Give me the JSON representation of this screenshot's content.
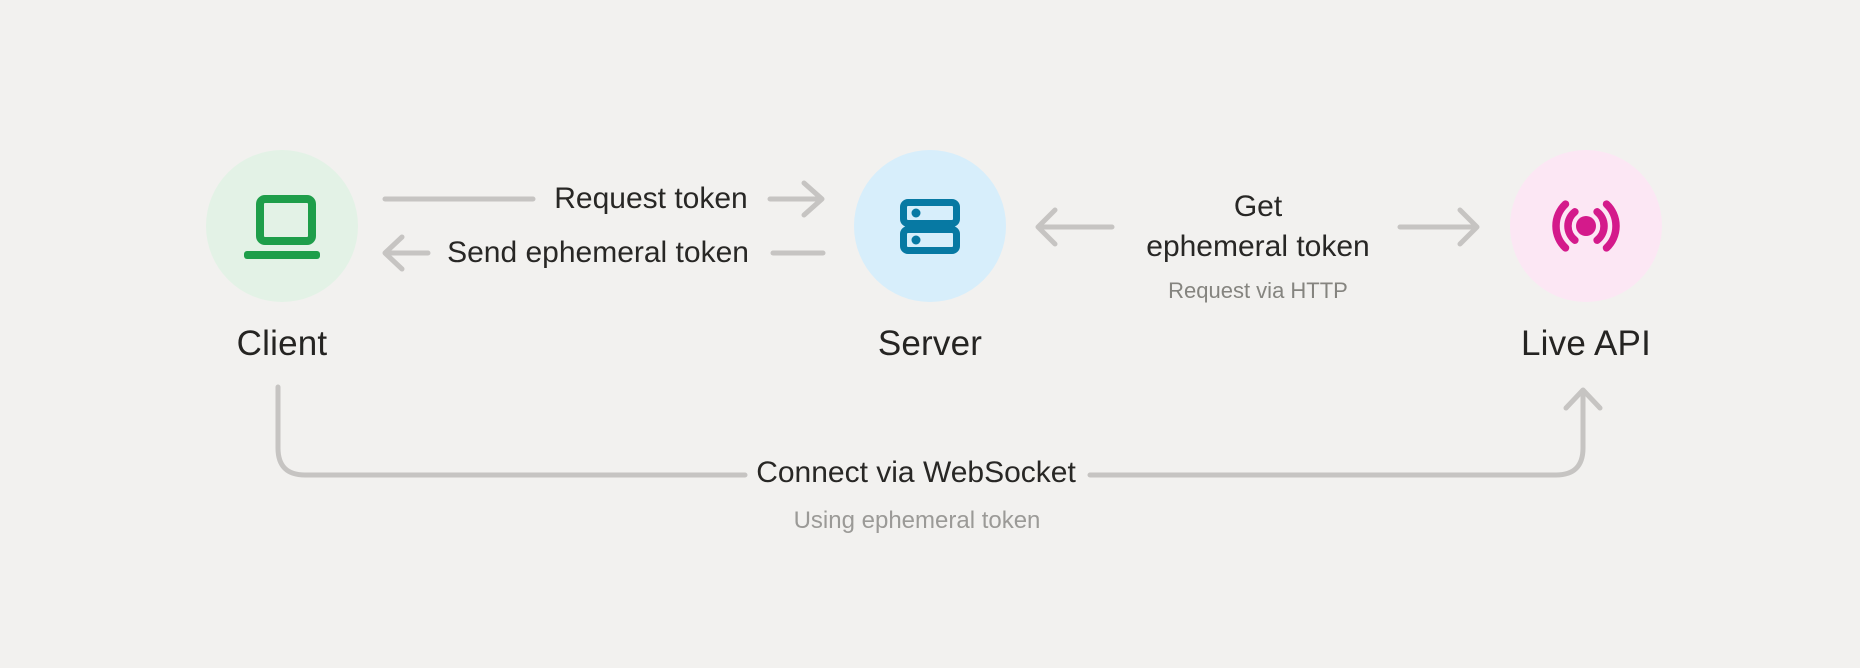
{
  "canvas": {
    "background": "#f2f1ef",
    "arrow_color": "#c6c4c2",
    "text_color": "#282725",
    "muted_text_color": "#8c8b88"
  },
  "nodes": {
    "client": {
      "label": "Client",
      "icon": "laptop-icon",
      "accent": "#1e9e4a",
      "circle_bg": "#e3f2e6"
    },
    "server": {
      "label": "Server",
      "icon": "server-icon",
      "accent": "#0779a3",
      "circle_bg": "#d7eefb"
    },
    "live_api": {
      "label": "Live API",
      "icon": "broadcast-icon",
      "accent": "#d41a8b",
      "circle_bg": "#fce7f4"
    }
  },
  "edges": {
    "request_token": {
      "from": "client",
      "to": "server",
      "direction": "right",
      "label": "Request token"
    },
    "send_ephemeral_token": {
      "from": "server",
      "to": "client",
      "direction": "left",
      "label": "Send ephemeral token"
    },
    "get_ephemeral_token": {
      "from": "server",
      "to": "live_api",
      "direction": "bidirectional",
      "label": "Get\nephemeral token",
      "sublabel": "Request via HTTP"
    },
    "connect_websocket": {
      "from": "client",
      "to": "live_api",
      "direction": "up",
      "label": "Connect via WebSocket",
      "sublabel": "Using ephemeral token"
    }
  }
}
